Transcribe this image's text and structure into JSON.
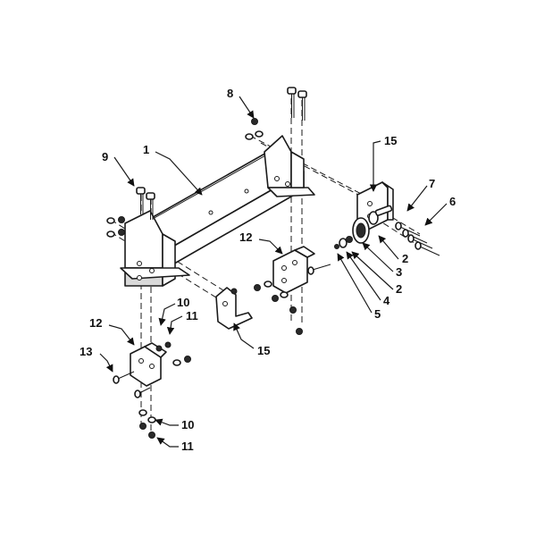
{
  "callouts": {
    "c1": "1",
    "c2a": "2",
    "c2b": "2",
    "c3": "3",
    "c4": "4",
    "c5": "5",
    "c6": "6",
    "c7": "7",
    "c8": "8",
    "c9": "9",
    "c10a": "10",
    "c10b": "10",
    "c11a": "11",
    "c11b": "11",
    "c12a": "12",
    "c12b": "12",
    "c13": "13",
    "c15a": "15",
    "c15b": "15"
  }
}
